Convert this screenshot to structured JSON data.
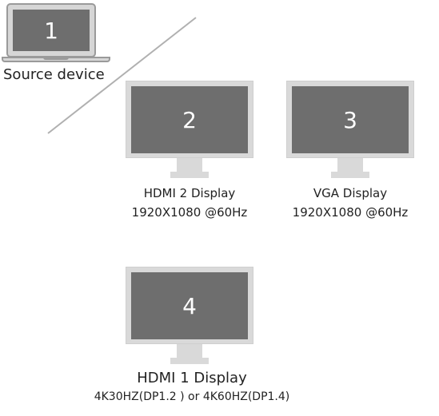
{
  "source": {
    "number": "1",
    "label": "Source device"
  },
  "displays": [
    {
      "number": "2",
      "name": "HDMI 2 Display",
      "resolution": "1920X1080 @60Hz"
    },
    {
      "number": "3",
      "name": "VGA Display",
      "resolution": "1920X1080 @60Hz"
    },
    {
      "number": "4",
      "name": "HDMI 1 Display",
      "resolution": "4K30HZ(DP1.2 ) or 4K60HZ(DP1.4)"
    }
  ],
  "colors": {
    "screen": "#6e6e6e",
    "bezel": "#d9d9d9",
    "divider": "#b0b0b0",
    "text": "#222222"
  }
}
